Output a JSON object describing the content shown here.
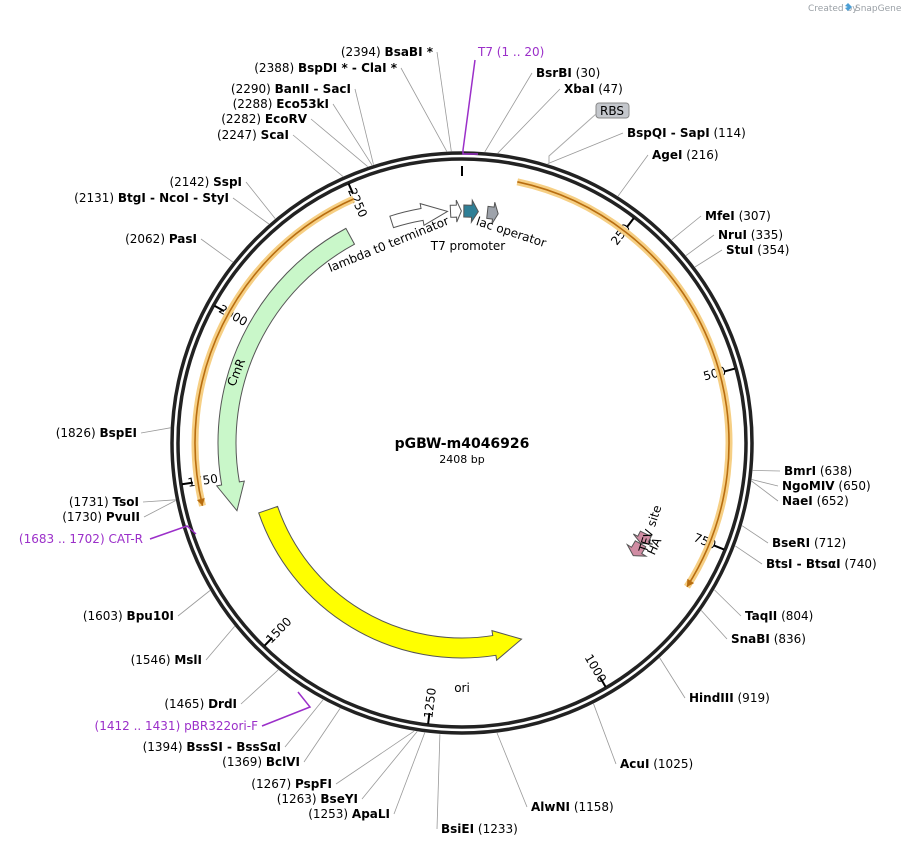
{
  "credit": "Created by",
  "brand": "SnapGene",
  "plasmid": {
    "name": "pGBW-m4046926",
    "length_label": "2408 bp",
    "length": 2408
  },
  "ticks": [
    250,
    500,
    750,
    1000,
    1250,
    1500,
    1750,
    2000,
    2250
  ],
  "features": [
    {
      "name": "CmR",
      "start": 1694,
      "end": 2218,
      "strand": -1,
      "color": "#c9f7c9"
    },
    {
      "name": "ori",
      "start": 1091,
      "end": 1679,
      "strand": -1,
      "color": "#ffff00"
    },
    {
      "name": "lambda t0 terminator",
      "start": 2290,
      "end": 2384,
      "strand": 1,
      "color": "#ffffff"
    },
    {
      "name": "T7 promoter",
      "start": 2389,
      "end": 2407,
      "strand": 1,
      "color": "#ffffff"
    },
    {
      "name": "lac operator",
      "start": 3,
      "end": 27,
      "strand": 1,
      "color": "#2f7f96"
    },
    {
      "name": "RBS",
      "start": 42,
      "end": 60,
      "strand": 1,
      "color": "#9ea3ab"
    },
    {
      "name": "TEV site",
      "start": 778,
      "end": 798,
      "strand": 1,
      "color": "#d08ca3"
    },
    {
      "name": "HA",
      "start": 799,
      "end": 825,
      "strand": 1,
      "color": "#d08ca3"
    }
  ],
  "orfs": [
    {
      "start": 80,
      "end": 820,
      "strand": 1
    },
    {
      "start": 1715,
      "end": 2248,
      "strand": -1
    }
  ],
  "primers": [
    {
      "name": "T7",
      "range": "(1 .. 20)"
    },
    {
      "name": "CAT-R",
      "range": "(1683 .. 1702)"
    },
    {
      "name": "pBR322ori-F",
      "range": "(1412 .. 1431)"
    }
  ],
  "sites": [
    {
      "name": "BsaBI *",
      "pos": 2394
    },
    {
      "name": "BspDI * - ClaI *",
      "pos": 2388
    },
    {
      "name": "BanII - SacI",
      "pos": 2290
    },
    {
      "name": "Eco53kI",
      "pos": 2288
    },
    {
      "name": "EcoRV",
      "pos": 2282
    },
    {
      "name": "ScaI",
      "pos": 2247
    },
    {
      "name": "SspI",
      "pos": 2142
    },
    {
      "name": "BtgI - NcoI - StyI",
      "pos": 2131
    },
    {
      "name": "PasI",
      "pos": 2062
    },
    {
      "name": "BspEI",
      "pos": 1826
    },
    {
      "name": "TsoI",
      "pos": 1731
    },
    {
      "name": "PvuII",
      "pos": 1730
    },
    {
      "name": "Bpu10I",
      "pos": 1603
    },
    {
      "name": "MslI",
      "pos": 1546
    },
    {
      "name": "DrdI",
      "pos": 1465
    },
    {
      "name": "BssSI - BssSαI",
      "pos": 1394
    },
    {
      "name": "BclVI",
      "pos": 1369
    },
    {
      "name": "PspFI",
      "pos": 1267
    },
    {
      "name": "BseYI",
      "pos": 1263
    },
    {
      "name": "ApaLI",
      "pos": 1253
    },
    {
      "name": "BsiEI",
      "pos": 1233
    },
    {
      "name": "AlwNI",
      "pos": 1158
    },
    {
      "name": "AcuI",
      "pos": 1025
    },
    {
      "name": "HindIII",
      "pos": 919
    },
    {
      "name": "SnaBI",
      "pos": 836
    },
    {
      "name": "TaqII",
      "pos": 804
    },
    {
      "name": "BtsI - BtsαI",
      "pos": 740
    },
    {
      "name": "BseRI",
      "pos": 712
    },
    {
      "name": "NaeI",
      "pos": 652
    },
    {
      "name": "NgoMIV",
      "pos": 650
    },
    {
      "name": "BmrI",
      "pos": 638
    },
    {
      "name": "StuI",
      "pos": 354
    },
    {
      "name": "NruI",
      "pos": 335
    },
    {
      "name": "MfeI",
      "pos": 307
    },
    {
      "name": "AgeI",
      "pos": 216
    },
    {
      "name": "BspQI - SapI",
      "pos": 114
    },
    {
      "name": "XbaI",
      "pos": 47
    },
    {
      "name": "BsrBI",
      "pos": 30
    }
  ]
}
